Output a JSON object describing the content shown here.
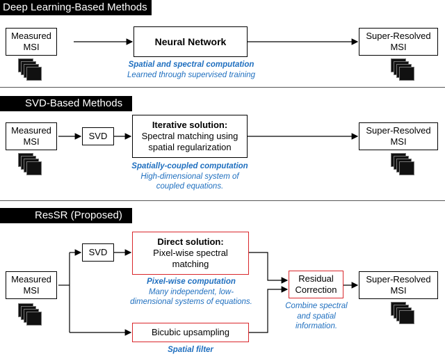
{
  "sections": [
    {
      "title": "Deep Learning-Based Methods",
      "input_label": "Measured MSI",
      "output_label": "Super-Resolved MSI",
      "core_box": "Neural Network",
      "caption_line1": "Spatial and spectral computation",
      "caption_line2": "Learned through supervised training"
    },
    {
      "title": "SVD-Based Methods",
      "input_label": "Measured MSI",
      "svd_label": "SVD",
      "core_title": "Iterative solution:",
      "core_line1": "Spectral matching using",
      "core_line2": "spatial regularization",
      "output_label": "Super-Resolved MSI",
      "caption_line1": "Spatially-coupled computation",
      "caption_line2": "High-dimensional system of",
      "caption_line3": "coupled equations."
    },
    {
      "title": "ResSR (Proposed)",
      "input_label": "Measured MSI",
      "svd_label": "SVD",
      "direct_title": "Direct solution:",
      "direct_line1": "Pixel-wise spectral",
      "direct_line2": "matching",
      "direct_caption_line1": "Pixel-wise computation",
      "direct_caption_line2": "Many independent, low-",
      "direct_caption_line3": "dimensional systems of equations.",
      "bicubic_label": "Bicubic upsampling",
      "bicubic_caption": "Spatial filter",
      "residual_line1": "Residual",
      "residual_line2": "Correction",
      "residual_caption_line1": "Combine spectral",
      "residual_caption_line2": "and spatial",
      "residual_caption_line3": "information.",
      "output_label": "Super-Resolved MSI"
    }
  ],
  "colors": {
    "caption": "#1f6fbf",
    "highlight_border": "#d9262b",
    "banner": "#000000"
  }
}
